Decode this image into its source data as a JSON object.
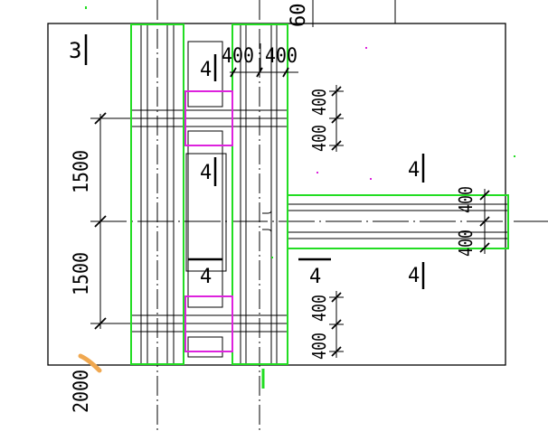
{
  "colors": {
    "background": "#ffffff",
    "linework": "#000000",
    "column_outline": "#22dd22",
    "opening_highlight": "#dd22dd",
    "markup_stroke": "#f0a850"
  },
  "labels": {
    "mark_3": "3",
    "mark_4_top": "4",
    "mark_4_center": "4",
    "mark_4_right_upper": "4",
    "mark_4_left_lower": "4",
    "mark_4_right_lower": "4",
    "mark_4_far_right": "4",
    "dim_top_400_left": "400",
    "dim_top_400_right": "400",
    "dim_top_60": "60",
    "dim_vert_1500_upper": "1500",
    "dim_vert_1500_lower": "1500",
    "dim_vert_2000": "2000",
    "dim_right_400_upper_a": "400",
    "dim_right_400_upper_b": "400",
    "dim_right_400_beam_a": "400",
    "dim_right_400_beam_b": "400",
    "dim_right_400_lower_a": "400",
    "dim_right_400_lower_b": "400"
  }
}
